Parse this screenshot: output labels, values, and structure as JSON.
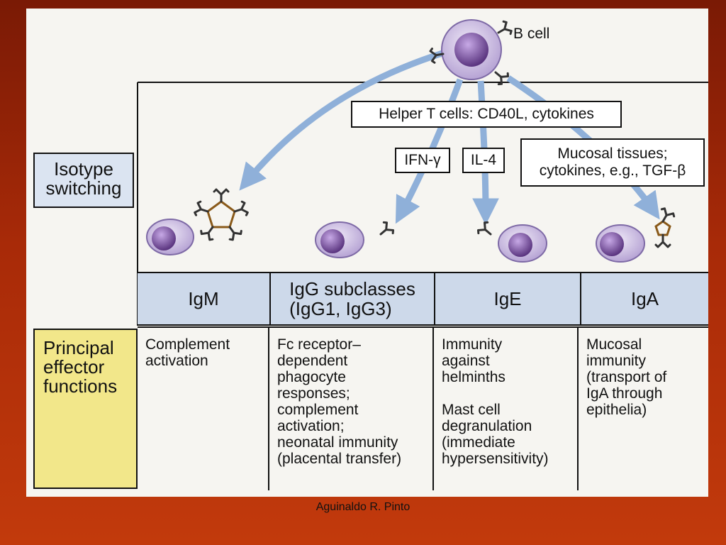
{
  "b_cell_label": "B cell",
  "helper_box": "Helper T cells: CD40L, cytokines",
  "ifn_label": "IFN-γ",
  "il4_label": "IL-4",
  "mucosal_box": "Mucosal tissues;\ncytokines, e.g., TGF-β",
  "isotype_switching_label": "Isotype\nswitching",
  "principal_label": "Principal\neffector\nfunctions",
  "isotypes": [
    {
      "name": "IgM"
    },
    {
      "name": "IgG subclasses\n(IgG1, IgG3)"
    },
    {
      "name": "IgE"
    },
    {
      "name": "IgA"
    }
  ],
  "effector_functions": [
    "Complement\nactivation",
    "Fc receptor–\ndependent\nphagocyte\nresponses;\ncomplement\nactivation;\nneonatal immunity\n(placental transfer)",
    "Immunity\nagainst\nhelminths\n\nMast cell\ndegranulation\n(immediate\nhypersensitivity)",
    "Mucosal\nimmunity\n(transport of\nIgA through\nepithelia)"
  ],
  "credit": "Aguinaldo R. Pinto",
  "colors": {
    "background": "#b0300a",
    "panel": "#f6f5f1",
    "isotype_band": "#cdd9ea",
    "effector_label": "#f2e78a",
    "arrow": "#8fb0d9",
    "cell": "#b9a9d6",
    "nucleus": "#6d4d95"
  }
}
